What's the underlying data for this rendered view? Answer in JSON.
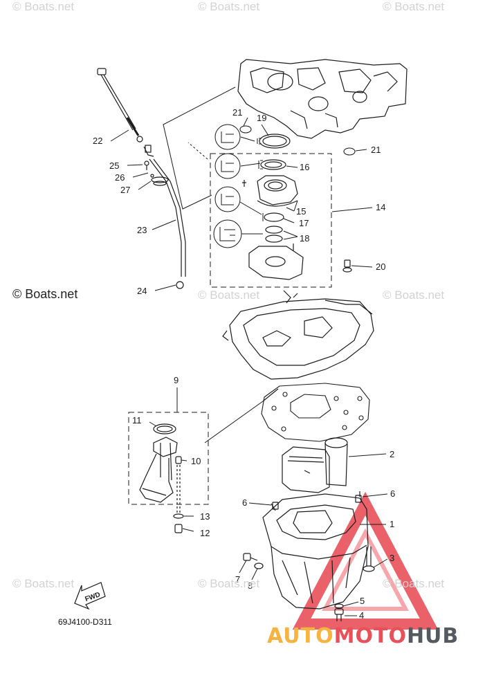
{
  "watermarks": {
    "top_left": "© Boats.net",
    "top_center": "© Boats.net",
    "top_right": "© Boats.net",
    "mid_left": "© Boats.net",
    "mid_center": "© Boats.net",
    "mid_right": "© Boats.net",
    "bottom_left": "© Boats.net",
    "bottom_center": "© Boats.net",
    "bottom_right": "© Boats.net"
  },
  "part_labels": [
    "1",
    "2",
    "3",
    "4",
    "5",
    "6",
    "6",
    "7",
    "8",
    "9",
    "10",
    "11",
    "12",
    "13",
    "14",
    "15",
    "16",
    "17",
    "18",
    "19",
    "20",
    "21",
    "21",
    "22",
    "23",
    "24",
    "25",
    "26",
    "27"
  ],
  "diagram_code": "69J4100-D311",
  "fwd_label": "FWD",
  "brand": {
    "part1": "AUTO",
    "part2": "MOTO",
    "part3": "HUB"
  },
  "colors": {
    "line": "#1a1a1a",
    "watermark": "#d2d2d2",
    "brand_orange": "#f6b341",
    "brand_red": "#e8505a",
    "brand_gray": "#555a60"
  }
}
